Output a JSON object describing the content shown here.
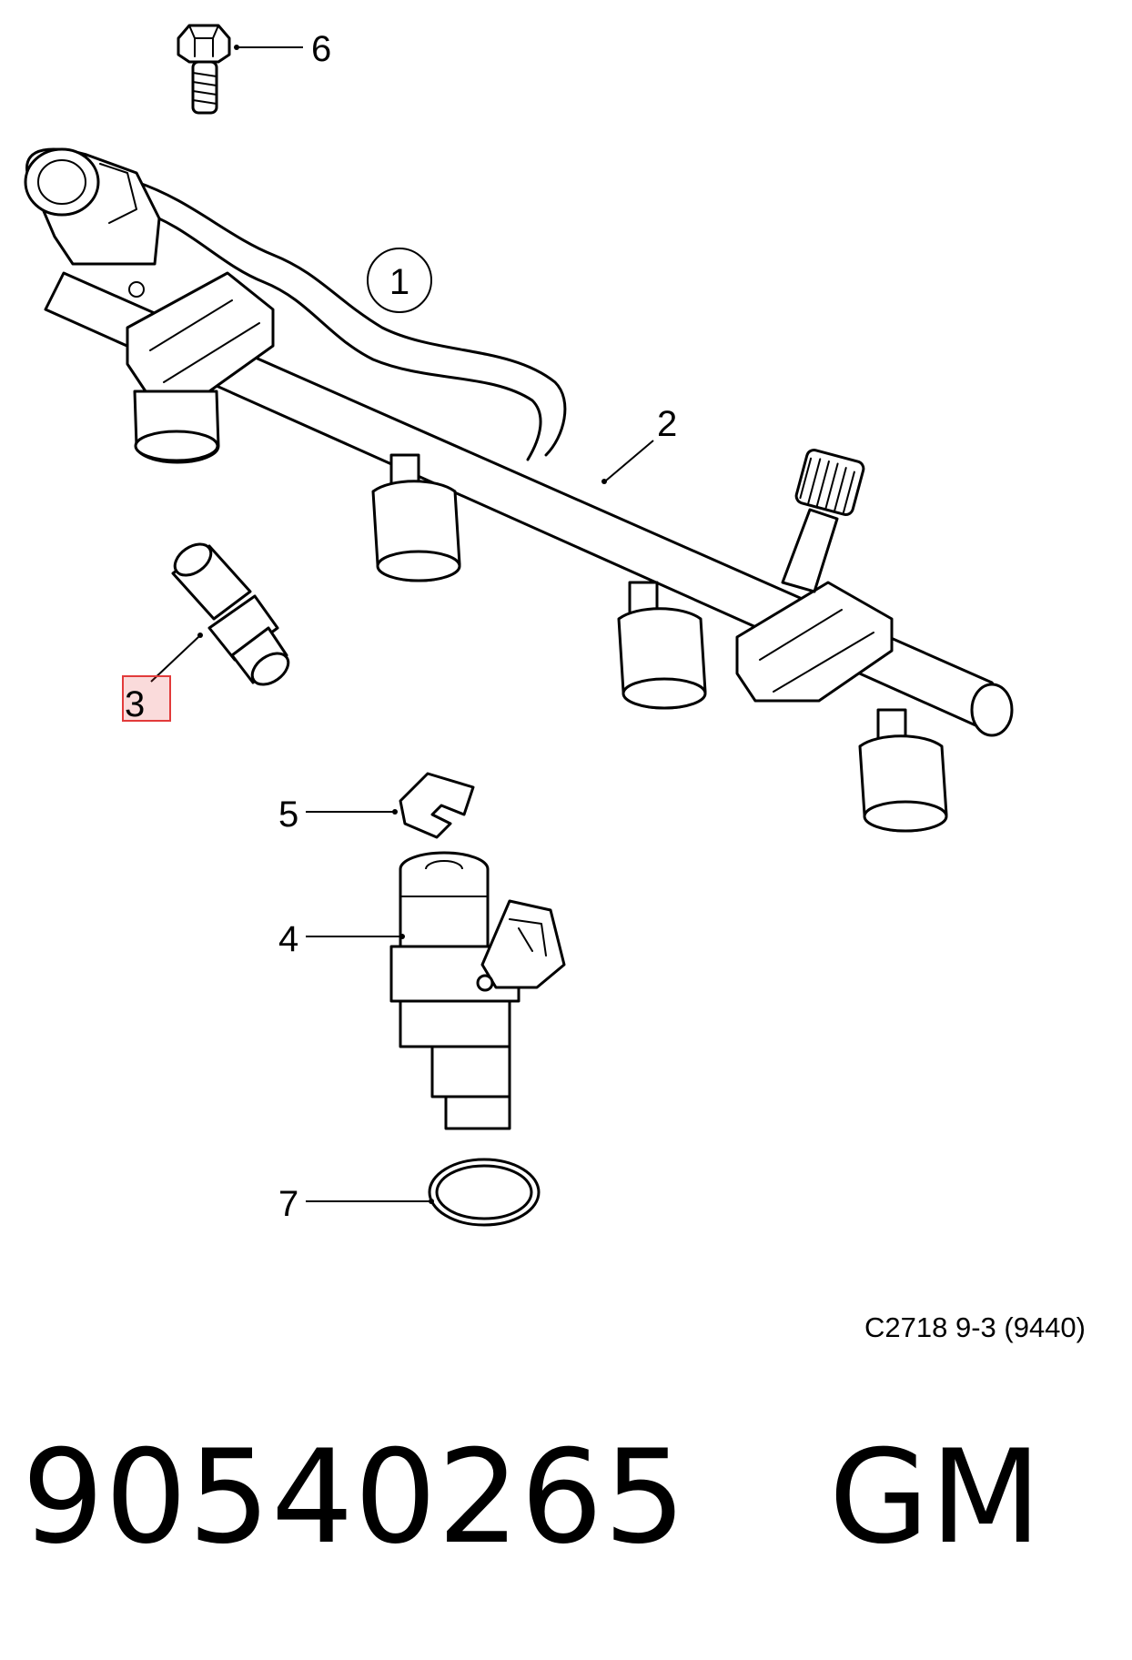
{
  "callouts": {
    "c1": "1",
    "c2": "2",
    "c3": "3",
    "c4": "4",
    "c5": "5",
    "c6": "6",
    "c7": "7"
  },
  "drawing_ref": "C2718 9-3 (9440)",
  "part_number": "90540265",
  "brand": "GM",
  "highlight_color": "#e23a3a"
}
